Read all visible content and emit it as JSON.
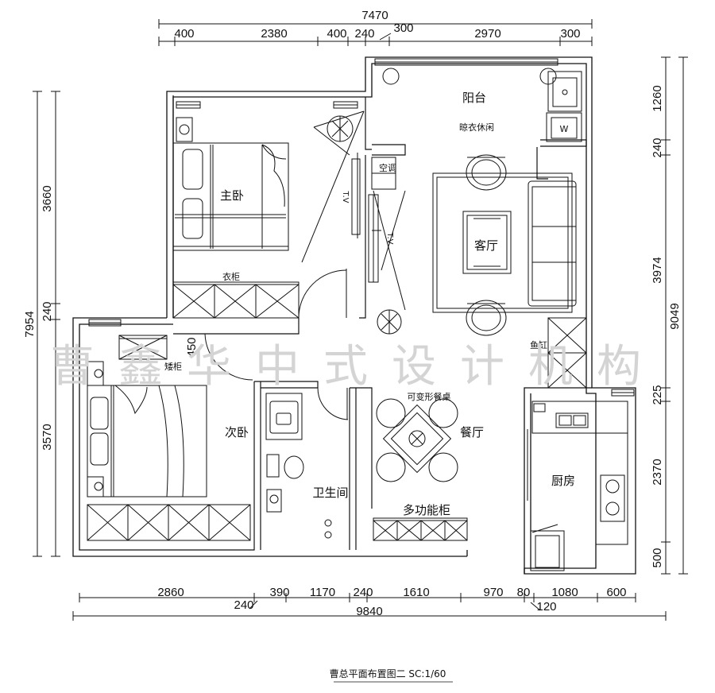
{
  "dimensions": {
    "top_total": "7470",
    "top": [
      "400",
      "2380",
      "400",
      "240",
      "300",
      "2970",
      "300"
    ],
    "bottom": [
      "2860",
      "390",
      "1170",
      "240",
      "1610",
      "970",
      "80",
      "1080",
      "600"
    ],
    "bottom_sub_left": "240",
    "bottom_sub_right": "120",
    "bottom_total": "9840",
    "left_total": "7954",
    "left": [
      "3660",
      "240",
      "3570"
    ],
    "right_total": "9049",
    "right": [
      "1260",
      "240",
      "3974",
      "225",
      "2370",
      "500"
    ],
    "h450": "450"
  },
  "rooms": {
    "balcony": "阳台",
    "laundry": "晾衣休闲",
    "master": "主卧",
    "wardrobe": "衣柜",
    "living": "客厅",
    "second": "次卧",
    "low_cabinet": "矮柜",
    "bathroom": "卫生间",
    "dining": "餐厅",
    "foldable_table": "可变形餐桌",
    "multi_cabinet": "多功能柜",
    "kitchen": "厨房",
    "fish_tank": "鱼缸",
    "ac": "空调",
    "tv": "T.V",
    "washer": "W"
  },
  "watermark": "曹鑫华中式设计机构",
  "title": "曹总平面布置图二 SC:1/60"
}
